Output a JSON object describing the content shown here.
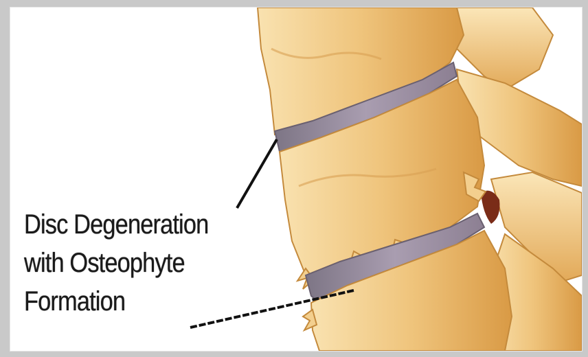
{
  "figure": {
    "subject": "lumbar vertebrae with degenerated disc",
    "caption_lines": [
      "Disc Degeneration",
      "with Osteophyte",
      "Formation"
    ],
    "colors": {
      "bone_light": "#f6d79a",
      "bone_mid": "#e9b768",
      "bone_dark": "#c88a3a",
      "disc": "#9a8aa0",
      "background": "#ffffff",
      "frame": "#c9c9c9"
    }
  }
}
